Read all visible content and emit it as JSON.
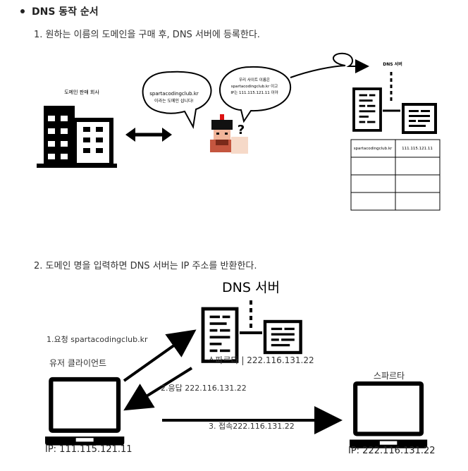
{
  "section": {
    "heading": "DNS 동작 순서",
    "step1": "1.  원하는 이름의 도메인을 구매 후, DNS 서버에 등록한다.",
    "step2": "2.  도메인 명을 입력하면 DNS 서버는 IP 주소를 반환한다."
  },
  "figure1": {
    "registrar_label": "도메인 판매 회사",
    "bubble_left_line1": "spartacodingclub.kr",
    "bubble_left_line2": "이라는 도메인 삽니다!",
    "bubble_right_line1": "우리 사이트 이름은",
    "bubble_right_line2": "spartacodingclub.kr 이고",
    "bubble_right_line3": "IP는 111.115.121.11 이야",
    "dns_label": "DNS 서버",
    "table": [
      [
        "spartacodingclub.kr",
        "111.115.121.11"
      ],
      [
        "",
        ""
      ],
      [
        "",
        ""
      ],
      [
        "",
        ""
      ]
    ]
  },
  "figure2": {
    "dns_label": "DNS 서버",
    "dns_record": "스파르타 | 222.116.131.22",
    "client_label": "유저 클라이언트",
    "request": "1.요청 spartacodingclub.kr",
    "response": "2.응답 222.116.131.22",
    "connect": "3. 접속222.116.131.22",
    "server_label": "스파르타",
    "client_ip": "IP: 111.115.121.11",
    "server_ip": "IP: 222.116.131.22"
  }
}
